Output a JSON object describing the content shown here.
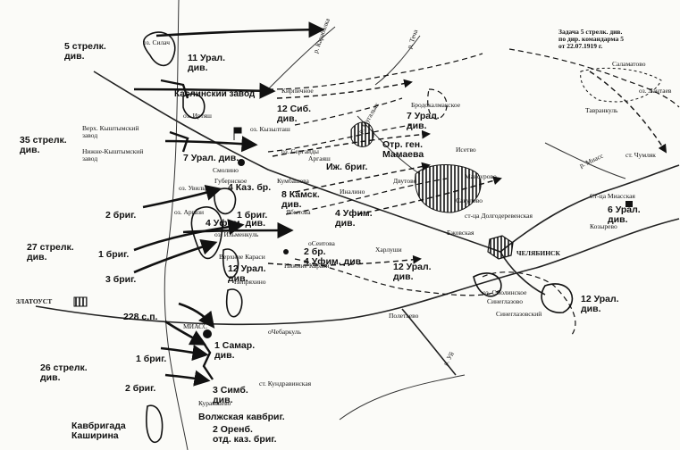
{
  "labels": {
    "div5": "5 стрелк.\nдив.",
    "ural11": "11 Урал.\nдив.",
    "sib12": "12 Сиб.\nдив.",
    "ural7a": "7 Урал.\nдив.",
    "div35": "35 стрелк.\nдив.",
    "ural7b": "7 Урал. див.",
    "mamaev": "Отр. ген.\nМамаева",
    "izh": "Иж. бриг.",
    "kaz4": "4 Каз. бр.",
    "kamsk8": "8 Камск.\nдив.",
    "brig2a": "2 бриг.",
    "brig1a": "1 бриг.",
    "ufim4a": "4 Уфим. див.",
    "ufim4b": "4 Уфим.\nдив.",
    "ural6": "6 Урал.\nдив.",
    "div27": "27 стрелк.\nдив.",
    "brig1b": "1 бриг.",
    "brig2b": "2 бр.",
    "ufim4c": "4 Уфим. див.",
    "ural12a": "12 Урал.\nдив.",
    "ural12b": "12 Урал.\nдив.",
    "brig3": "3 бриг.",
    "ural12c": "12 Урал.\nдив.",
    "sp228": "228 с.п.",
    "samar1": "1 Самар.\nдив.",
    "brig1c": "1 бриг.",
    "div26": "26 стрелк.\nдив.",
    "brig2c": "2 бриг.",
    "simb3": "3 Симб.\nдив.",
    "kavbrig_kash": "Кавбригада\nКаширина",
    "volzh": "Волжская кавбриг.",
    "orenb2": "2 Оренб.\nотд. каз. бриг."
  },
  "places": {
    "silach": "оз. Силач",
    "kasli_zavod": "Каслинский завод",
    "irtyash": "оз. Иртяш",
    "verkh_kyshtym": "Верх. Кыштымский\nзавод",
    "nizh_kyshtym": "Нижне-Кыштымский\nзавод",
    "kyzyltash": "оз. Кызылташ",
    "kirpichnoe": "Кирпичное",
    "brodokalmak": "Бродокалмакское",
    "sergaidy": "оз. Сергайды",
    "argayash": "Аргаяш",
    "isetskoe": "Исетво",
    "smolino": "Смолино",
    "gubernskoe": "Губернское",
    "kumbasheva": "Кумбашева",
    "uvildy": "оз. Увильды",
    "ivanovo": "Иналино",
    "dvutovo": "Двутово",
    "mansurovo": "Мансурово",
    "argazi": "оз. Аргази",
    "yabtova": "Ябытова",
    "sakulovo": "Сакулово",
    "dolgoderev": "ст-ца Долгодеревенская",
    "kozyrevo": "Козырево",
    "chumlyak": "ст. Чумляк",
    "miasskaya": "Ст-ца Миасская",
    "tavrankul": "Тавранкуль",
    "salamatovo": "Саламатово",
    "lantaevo": "оз. Лантаев",
    "ilmenkul": "оз. Ильменкуль",
    "seitova": "оСеитова",
    "kharlushi": "Харлуши",
    "ezhovskaya": "Ежовская",
    "chelyabinsk": "ЧЕЛЯБИНСК",
    "verkh_karasi": "Верхние Караси",
    "nizh_karasi": "Нижние Караси",
    "nepryakhino": "Непряхино",
    "zlatoust": "ЗЛАТОУСТ",
    "miass": "МИАСС",
    "chebarkul": "оЧебаркуль",
    "poletaevo": "Полетаево",
    "smolinskoe": "оз. Смолинское",
    "sinegla": "Синеглазово",
    "sineglazovsky": "Синеглазовский",
    "kundrav": "ст. Кундравинская",
    "kuramshevo": "Курамшево",
    "miass_river": "р. Миасс",
    "techa_river": "р. Теча",
    "karabolka": "р. Караболка",
    "mugalyak": "р. Мугальяк",
    "uy_river": "р. Уй"
  },
  "note": "Задача 5 стрелк. див.\nпо дир. командарма 5\nот 22.07.1919 г."
}
